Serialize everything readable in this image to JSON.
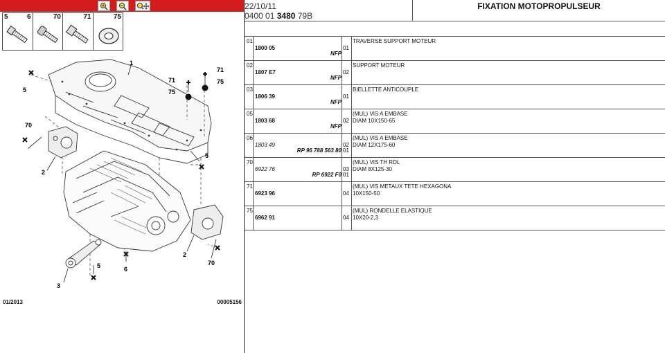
{
  "colors": {
    "toolbar": "#d41c1c"
  },
  "toolbar": {
    "icons": [
      "zoom-in-icon",
      "zoom-out-icon",
      "zoom-move-icon"
    ]
  },
  "thumbnails": [
    {
      "left": "5",
      "right": "6"
    },
    {
      "left": "",
      "right": "70"
    },
    {
      "left": "",
      "right": "71"
    },
    {
      "left": "",
      "right": "75"
    }
  ],
  "diagram": {
    "labels": [
      "1",
      "5",
      "70",
      "2",
      "71",
      "75",
      "71",
      "75",
      "5",
      "2",
      "6",
      "5",
      "3",
      "70"
    ]
  },
  "footer": {
    "date": "01/2013",
    "code": "00005156"
  },
  "header": {
    "date": "22/10/11",
    "code_a": "0400 01 ",
    "code_b": "3480",
    "code_c": " 79B",
    "title": "FIXATION MOTOPROPULSEUR"
  },
  "parts": [
    {
      "item": "01",
      "part": "1800 05",
      "note": "NFP",
      "q1": "01",
      "q2": "",
      "d1": "TRAVERSE SUPPORT MOTEUR",
      "d2": ""
    },
    {
      "item": "02",
      "part": "1807 E7",
      "note": "NFP",
      "q1": "02",
      "q2": "",
      "d1": "SUPPORT MOTEUR",
      "d2": ""
    },
    {
      "item": "03",
      "part": "1806 39",
      "note": "NFP",
      "q1": "01",
      "q2": "",
      "d1": "BIELLETTE ANTICOUPLE",
      "d2": ""
    },
    {
      "item": "05",
      "part": "1803 68",
      "note": "NFP",
      "q1": "02",
      "q2": "",
      "d1": "(MUL) VIS A EMBASE",
      "d2": "DIAM 10X150-65"
    },
    {
      "item": "06",
      "part": "1803 49",
      "note": "RP 96 788 563 80",
      "q1": "02",
      "q2": "01",
      "d1": "(MUL) VIS A EMBASE",
      "d2": "DIAM 12X175-60",
      "italic": true
    },
    {
      "item": "70",
      "part": "6922 76",
      "note": "RP 6922 F0",
      "q1": "03",
      "q2": "01",
      "d1": "(MUL) VIS TH RDL",
      "d2": "DIAM 8X125-30",
      "italic": true
    },
    {
      "item": "71",
      "part": "6923 96",
      "note": "",
      "q1": "04",
      "q2": "",
      "d1": "(MUL) VIS METAUX TETE HEXAGONA",
      "d2": "10X150-50"
    },
    {
      "item": "75",
      "part": "6962 91",
      "note": "",
      "q1": "04",
      "q2": "",
      "d1": "(MUL) RONDELLE ELASTIQUE",
      "d2": "10X20-2,3"
    }
  ]
}
